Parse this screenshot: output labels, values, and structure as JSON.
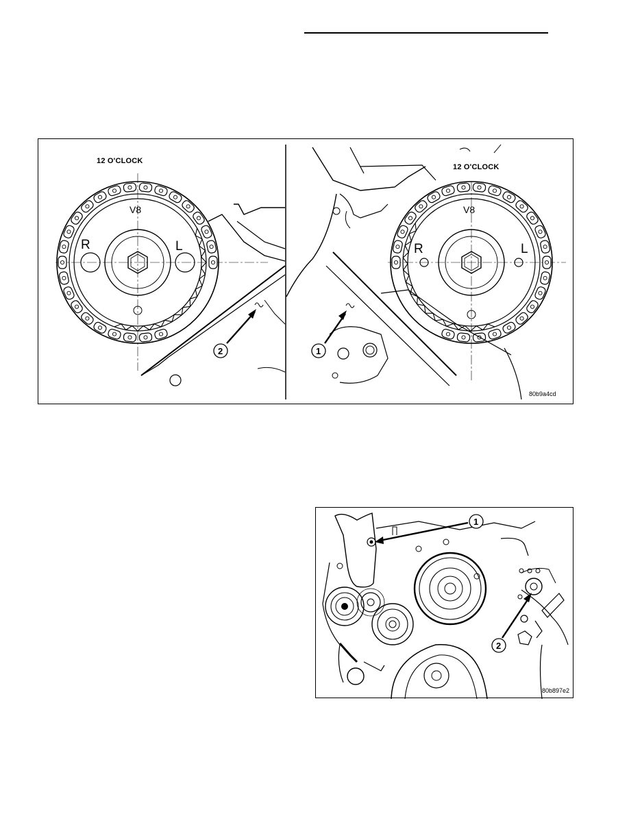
{
  "figure_top": {
    "left_panel": {
      "clock_label": "12 O'CLOCK",
      "sprocket_mark": "V8",
      "left_mark": "R",
      "right_mark": "L",
      "callout": "2"
    },
    "right_panel": {
      "clock_label": "12 O'CLOCK",
      "sprocket_mark": "V8",
      "left_mark": "R",
      "right_mark": "L",
      "callout": "1"
    },
    "figure_id": "80b9a4cd"
  },
  "figure_bottom": {
    "callout_1": "1",
    "callout_2": "2",
    "figure_id": "80b897e2"
  }
}
